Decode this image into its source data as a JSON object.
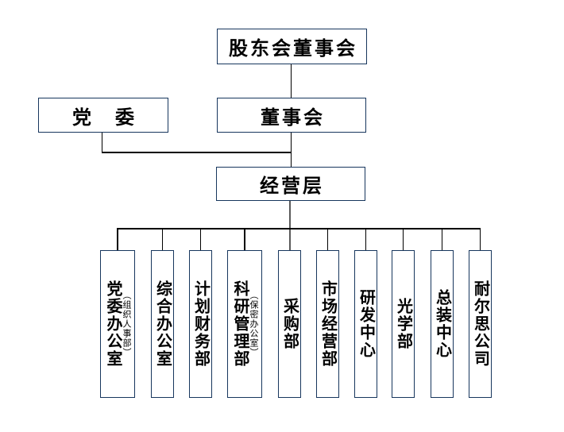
{
  "org": {
    "root": {
      "label": "股东会董事会"
    },
    "level2": {
      "party_committee": {
        "label": "党　委"
      },
      "board": {
        "label": "董事会"
      }
    },
    "level3": {
      "management": {
        "label": "经营层"
      }
    },
    "departments": [
      {
        "title": "党委办公室",
        "annotation": "（组织人事部）"
      },
      {
        "title": "综合办公室"
      },
      {
        "title": "计划财务部"
      },
      {
        "title": "科研管理部",
        "annotation": "（保密办公室）"
      },
      {
        "title": "采购部"
      },
      {
        "title": "市场经营部"
      },
      {
        "title": "研发中心"
      },
      {
        "title": "光学部"
      },
      {
        "title": "总装中心"
      },
      {
        "title": "耐尔思公司"
      }
    ]
  },
  "colors": {
    "box_border": "#17365d",
    "connector": "#000000",
    "center_connector": "#5a5a5a",
    "text": "#000000",
    "background": "#ffffff"
  }
}
